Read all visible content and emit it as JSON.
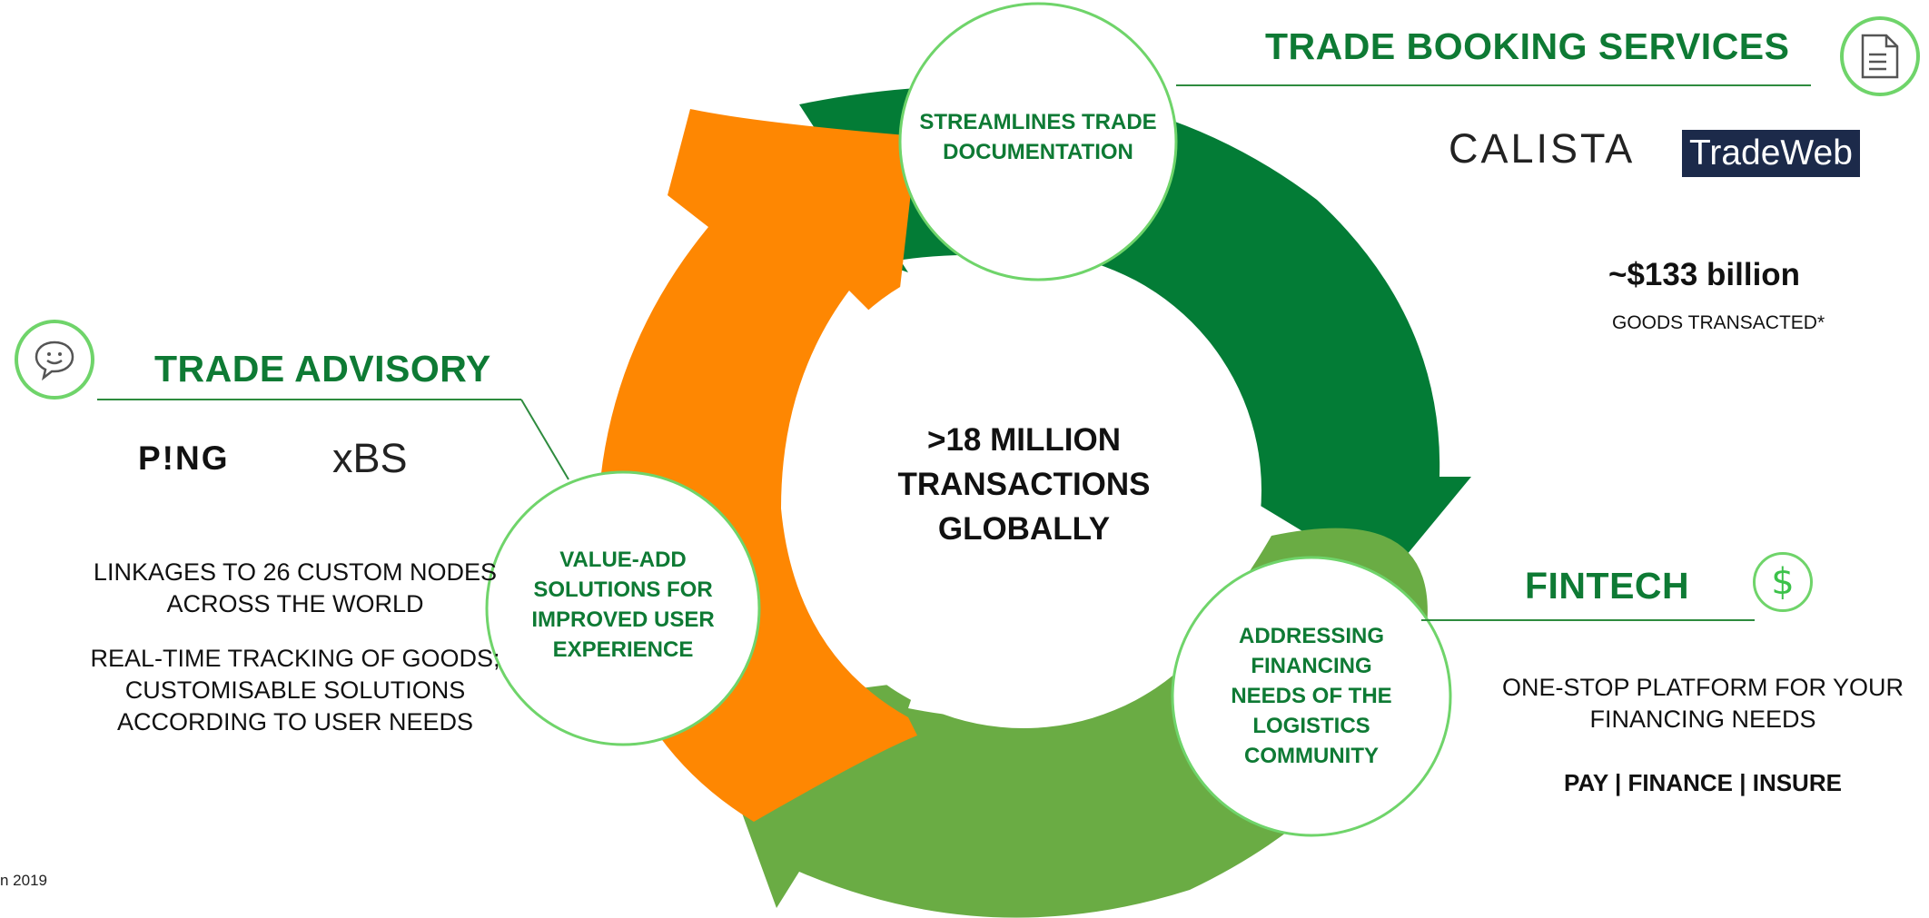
{
  "center": {
    "line1": ">18 MILLION",
    "line2": "TRANSACTIONS",
    "line3": "GLOBALLY"
  },
  "nodes": {
    "top": {
      "line1": "STREAMLINES TRADE",
      "line2": "DOCUMENTATION"
    },
    "left": {
      "line1": "VALUE-ADD",
      "line2": "SOLUTIONS FOR",
      "line3": "IMPROVED USER",
      "line4": "EXPERIENCE"
    },
    "right": {
      "line1": "ADDRESSING",
      "line2": "FINANCING",
      "line3": "NEEDS OF THE",
      "line4": "LOGISTICS",
      "line5": "COMMUNITY"
    }
  },
  "trade_booking": {
    "title": "TRADE BOOKING SERVICES",
    "logos": [
      "CALISTA",
      "TradeWeb"
    ],
    "stat_value": "~$133 billion",
    "stat_label": "GOODS TRANSACTED*"
  },
  "trade_advisory": {
    "title": "TRADE ADVISORY",
    "logos": [
      "P!NG",
      "xBS"
    ],
    "text1_line1": "LINKAGES TO 26 CUSTOM NODES",
    "text1_line2": "ACROSS THE WORLD",
    "text2_line1": "REAL-TIME TRACKING OF GOODS;",
    "text2_line2": "CUSTOMISABLE SOLUTIONS",
    "text2_line3": "ACCORDING TO USER NEEDS"
  },
  "fintech": {
    "title": "FINTECH",
    "text_line1": "ONE-STOP PLATFORM FOR YOUR",
    "text_line2": "FINANCING NEEDS",
    "tagline": "PAY | FINANCE | INSURE"
  },
  "footnote": "n 2019",
  "icons": {
    "trade_booking": "document-icon",
    "trade_advisory": "chat-bubble-icon",
    "fintech": "dollar-icon"
  },
  "colors": {
    "dark_green": "#037c36",
    "light_green": "#6aac44",
    "orange": "#fe8702",
    "title_green": "#0e7a34",
    "ring_green": "#6fd46a"
  }
}
